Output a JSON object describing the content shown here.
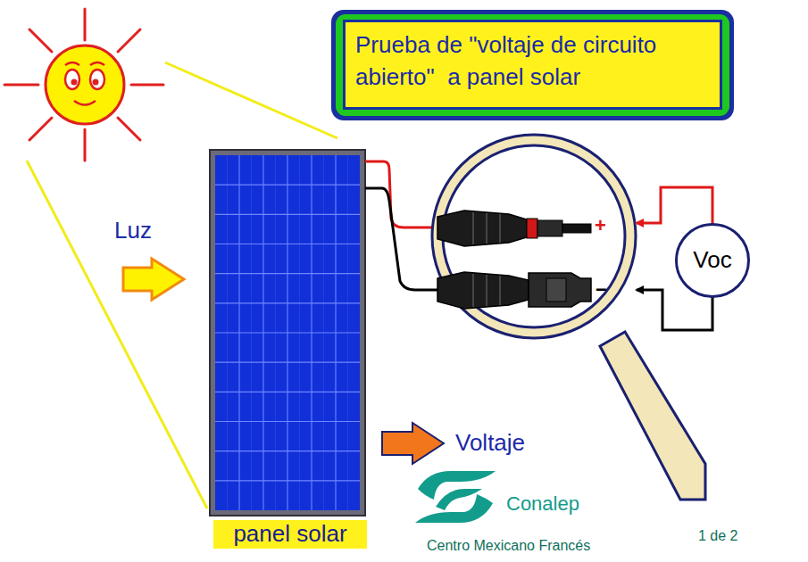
{
  "diagram": {
    "title": "Prueba de \"voltaje de circuito abierto\"  a panel solar",
    "nodes": [
      {
        "text": [
          "panel solar"
        ]
      },
      {
        "text": [
          "Voc"
        ]
      }
    ],
    "labels": [
      "Luz",
      "+",
      "−",
      "Voltaje",
      "Conalep",
      "Centro Mexicano Francés",
      "1 de 2"
    ]
  }
}
